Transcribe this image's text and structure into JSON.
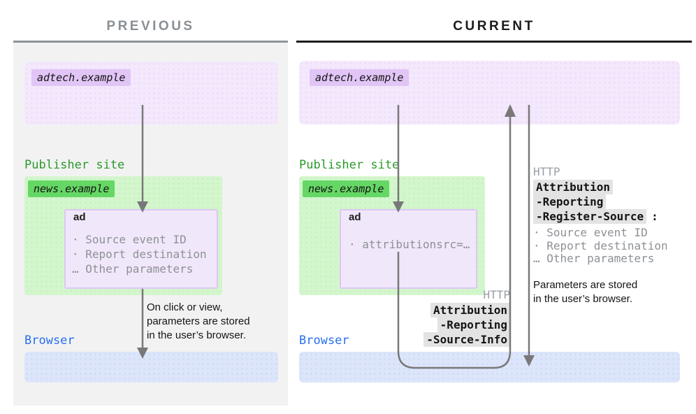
{
  "previous": {
    "title": "PREVIOUS",
    "adtech_domain": "adtech.example",
    "publisher_site_label": "Publisher site",
    "news_domain": "news.example",
    "ad_label": "ad",
    "ad_params": [
      "· Source event ID",
      "· Report destination",
      "… Other parameters"
    ],
    "note_lines": [
      "On click or view,",
      "parameters are stored",
      "in the user’s browser."
    ],
    "browser_label": "Browser"
  },
  "current": {
    "title": "CURRENT",
    "adtech_domain": "adtech.example",
    "publisher_site_label": "Publisher site",
    "news_domain": "news.example",
    "ad_label": "ad",
    "ad_params": [
      "· attributionsrc=…"
    ],
    "register_source_request": {
      "protocol": "HTTP",
      "header_lines": [
        "Attribution",
        "-Reporting",
        "-Register-Source"
      ],
      "colon": ":",
      "params": [
        "· Source event ID",
        "· Report destination",
        "… Other parameters"
      ],
      "note_lines": [
        "Parameters are stored",
        "in the user’s browser."
      ]
    },
    "source_info_request": {
      "protocol": "HTTP",
      "header_lines": [
        "Attribution",
        "-Reporting",
        "-Source-Info"
      ]
    },
    "browser_label": "Browser"
  },
  "colors": {
    "panel_gray": "#f2f2f3",
    "purple_box": "#f3e8fc",
    "purple_chip": "#e1c5f6",
    "green_box": "#d4f6cd",
    "green_chip": "#65d765",
    "publisher_green": "#2a9a2a",
    "browser_blue": "#2570f0",
    "blue_box": "#dce5fa",
    "muted_gray_text": "#8d9196",
    "http_gray_text": "#9aa0a6",
    "header_chip_gray": "#e3e3e4",
    "arrow_gray": "#787878"
  }
}
